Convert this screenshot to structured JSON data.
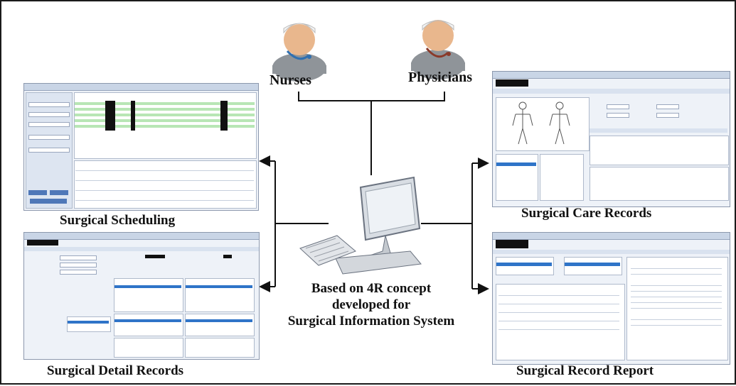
{
  "roles": {
    "nurses": "Nurses",
    "physicians": "Physicians"
  },
  "center": {
    "line1": "Based on 4R concept",
    "line2": "developed for",
    "line3": "Surgical Information System"
  },
  "modules": {
    "scheduling": "Surgical Scheduling",
    "care": "Surgical Care Records",
    "detail": "Surgical Detail Records",
    "report": "Surgical Record Report"
  },
  "icons": {
    "nurse": "nurse-avatar-icon",
    "physician": "physician-avatar-icon",
    "computer": "desktop-computer-icon"
  },
  "colors": {
    "frame": "#1a1a1a",
    "arrow": "#111111",
    "screen_blue": "#2f74c8",
    "row_green": "#b8e6b5"
  }
}
